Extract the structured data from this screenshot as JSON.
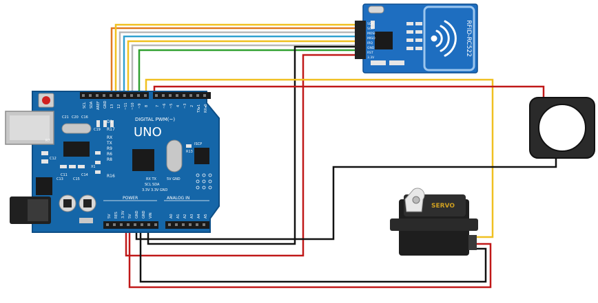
{
  "arduino": {
    "model": "UNO",
    "digital_label": "DIGITAL PWM(~)",
    "power_label": "POWER",
    "analog_label": "ANALOG IN",
    "top_pins": [
      "SCL",
      "SDA",
      "AREF",
      "GND",
      "13",
      "12",
      "~11",
      "~10",
      "~9",
      "8",
      "7",
      "~6",
      "~5",
      "4",
      "~3",
      "2",
      "TX▸1",
      "RX◂0"
    ],
    "power_pins": [
      "5V",
      "RES",
      "3.3V",
      "5V",
      "GND",
      "GND",
      "VIN"
    ],
    "analog_pins": [
      "A0",
      "A1",
      "A2",
      "A3",
      "A4",
      "A5"
    ],
    "side_labels": [
      "RX",
      "TX",
      "RX",
      "TX",
      "RX",
      "TX",
      "RX",
      "TX"
    ],
    "chip_labels": [
      "C21",
      "C20",
      "C16",
      "C19",
      "R17",
      "R7",
      "C13",
      "C15",
      "C12",
      "C11",
      "C14",
      "X1",
      "ISCP",
      "R13",
      "R16",
      "R9",
      "R6",
      "R8",
      "D1",
      "SCL SDA",
      "RX TX",
      "5V GND",
      "3.3V 3.3V GND",
      "RX◂0"
    ]
  },
  "rfid": {
    "label": "RFID-RC522",
    "pins": [
      "SDA",
      "SCK",
      "MOSI",
      "MISO",
      "IRQ",
      "GND",
      "RST",
      "3.3V"
    ]
  },
  "servo": {
    "label": "SERVO"
  },
  "buzzer": {}
}
